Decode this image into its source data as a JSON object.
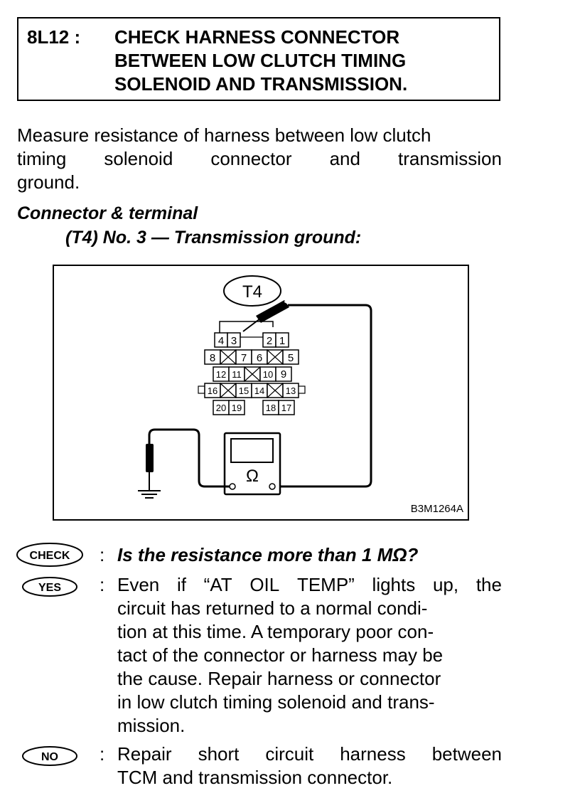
{
  "title": {
    "code": "8L12 :",
    "lines": [
      "CHECK HARNESS CONNECTOR",
      "BETWEEN LOW CLUTCH TIMING",
      "SOLENOID AND TRANSMISSION."
    ]
  },
  "intro": {
    "line1": "Measure resistance of harness between low clutch",
    "line2_words": [
      "timing",
      "solenoid",
      "connector",
      "and",
      "transmission"
    ],
    "line3": "ground."
  },
  "connector_label": "Connector & terminal",
  "connector_terminal": "(T4) No. 3 — Transmission ground:",
  "diagram": {
    "connector_name": "T4",
    "pins_row1": [
      "4",
      "3",
      "2",
      "1"
    ],
    "pins_row2": [
      "8",
      "7",
      "6",
      "5"
    ],
    "pins_row3": [
      "12",
      "11",
      "10",
      "9"
    ],
    "pins_row4": [
      "16",
      "15",
      "14",
      "13"
    ],
    "pins_row5": [
      "20",
      "19",
      "18",
      "17"
    ],
    "meter_symbol": "Ω",
    "figure_id": "B3M1264A"
  },
  "check": {
    "badge": "CHECK",
    "colon": ":",
    "question": "Is the resistance more than 1 MΩ?"
  },
  "yes": {
    "badge": "YES",
    "colon": ":",
    "line1_words": [
      "Even",
      "if",
      "“AT",
      "OIL",
      "TEMP”",
      "lights",
      "up,",
      "the"
    ],
    "lines": [
      "circuit has returned to a normal condi-",
      "tion at this time. A temporary poor con-",
      "tact of the connector or harness may be",
      "the cause. Repair harness or connector",
      "in low clutch timing solenoid and trans-",
      "mission."
    ]
  },
  "no": {
    "badge": "NO",
    "colon": ":",
    "line1_words": [
      "Repair",
      "short",
      "circuit",
      "harness",
      "between"
    ],
    "line2": "TCM and transmission connector."
  }
}
